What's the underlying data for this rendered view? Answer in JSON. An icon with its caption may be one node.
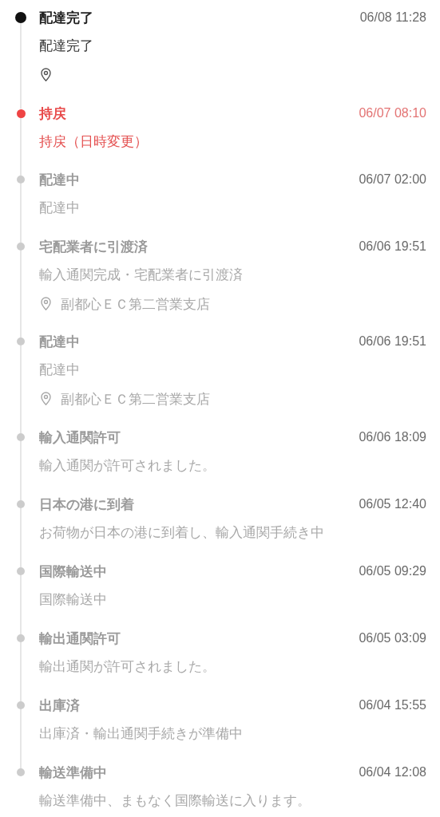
{
  "diagram": {
    "nodes": [
      {
        "text": [],
        "shape": "circle",
        "beside": [
          "配達完了",
          "配達完了"
        ]
      },
      {
        "text": [],
        "shape": "circle",
        "beside": [
          "持戻",
          "持戻（日時変更）"
        ]
      },
      {
        "text": [],
        "shape": "circle",
        "beside": [
          "配達中",
          "配達中"
        ]
      },
      {
        "text": [],
        "shape": "circle",
        "beside": [
          "宅配業者に引渡済",
          "輸入通関完成・宅配業者に引渡済",
          "副都心ＥＣ第二営業支店"
        ]
      },
      {
        "text": [],
        "shape": "circle",
        "beside": [
          "配達中",
          "配達中",
          "副都心ＥＣ第二営業支店"
        ]
      },
      {
        "text": [],
        "shape": "circle",
        "beside": [
          "輸入通関許可",
          "輸入通関が許可されました。"
        ]
      },
      {
        "text": [],
        "shape": "circle",
        "beside": [
          "日本の港に到着",
          "お荷物が日本の港に到着し、輸入通関手続き中"
        ]
      },
      {
        "text": [],
        "shape": "circle",
        "beside": [
          "国際輸送中",
          "国際輸送中"
        ]
      },
      {
        "text": [],
        "shape": "circle",
        "beside": [
          "輸出通関許可",
          "輸出通関が許可されました。"
        ]
      },
      {
        "text": [],
        "shape": "circle",
        "beside": [
          "出庫済",
          "出庫済・輸出通関手続きが準備中"
        ]
      },
      {
        "text": [],
        "shape": "circle",
        "beside": [
          "輸送準備中",
          "輸送準備中、まもなく国際輸送に入ります。"
        ]
      }
    ],
    "edges": [
      {
        "from": 0,
        "to": 1,
        "arrow": "none"
      },
      {
        "from": 1,
        "to": 2,
        "arrow": "none"
      },
      {
        "from": 2,
        "to": 3,
        "arrow": "none"
      },
      {
        "from": 3,
        "to": 4,
        "arrow": "none"
      },
      {
        "from": 4,
        "to": 5,
        "arrow": "none"
      },
      {
        "from": 5,
        "to": 6,
        "arrow": "none"
      },
      {
        "from": 6,
        "to": 7,
        "arrow": "none"
      },
      {
        "from": 7,
        "to": 8,
        "arrow": "none"
      },
      {
        "from": 8,
        "to": 9,
        "arrow": "none"
      },
      {
        "from": 9,
        "to": 10,
        "arrow": "none"
      }
    ],
    "labels": [
      "06/08 11:28",
      "06/07 08:10",
      "06/07 02:00",
      "06/06 19:51",
      "06/06 19:51",
      "06/06 18:09",
      "06/05 12:40",
      "06/05 09:29",
      "06/05 03:09",
      "06/04 15:55",
      "06/04 12:08"
    ]
  }
}
